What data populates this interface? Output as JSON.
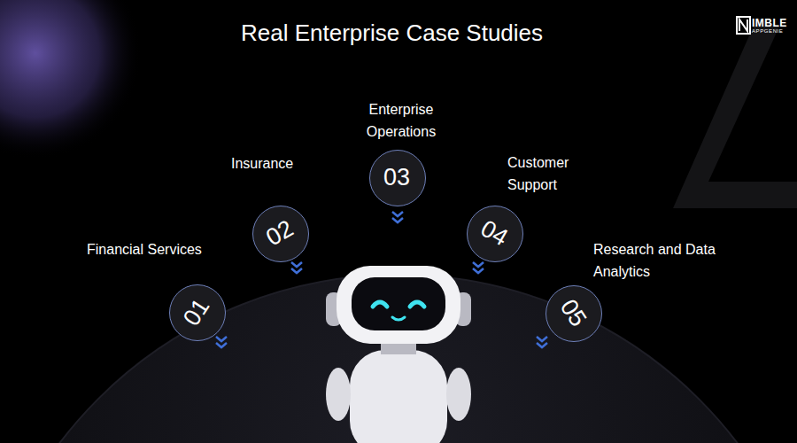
{
  "diagram": {
    "title": "Real Enterprise Case Studies",
    "nodes": [
      {
        "text": [
          "Financial Services",
          "01"
        ]
      },
      {
        "text": [
          "Insurance",
          "02"
        ]
      },
      {
        "text": [
          "Enterprise Operations",
          "03"
        ]
      },
      {
        "text": [
          "Customer Support",
          "04"
        ]
      },
      {
        "text": [
          "Research and Data Analytics",
          "05"
        ]
      }
    ],
    "labels": [
      "IMBLE",
      "APPGENIE"
    ]
  }
}
